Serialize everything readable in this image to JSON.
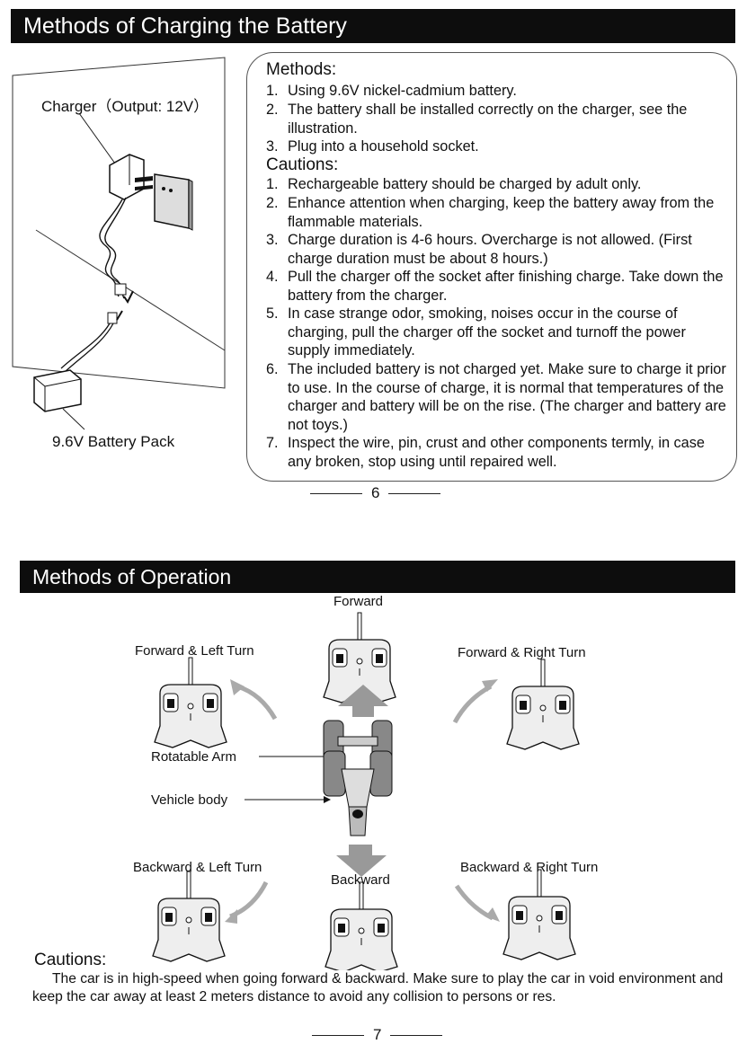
{
  "page6": {
    "header": "Methods of Charging the Battery",
    "illustration": {
      "charger_label": "Charger（Output: 12V）",
      "battery_label": "9.6V Battery Pack"
    },
    "methods_title": "Methods:",
    "methods": [
      {
        "num": "1.",
        "text": "Using 9.6V nickel-cadmium battery."
      },
      {
        "num": "2.",
        "text": "The battery shall be installed correctly on the charger, see the illustration."
      },
      {
        "num": "3.",
        "text": "Plug into a household socket."
      }
    ],
    "cautions_title": "Cautions:",
    "cautions": [
      {
        "num": "1.",
        "text": "Rechargeable battery should be charged by adult only."
      },
      {
        "num": "2.",
        "text": "Enhance attention when charging, keep the battery away from the flammable materials."
      },
      {
        "num": "3.",
        "text": "Charge duration is 4-6 hours. Overcharge is not allowed. (First charge duration must be about 8 hours.)"
      },
      {
        "num": "4.",
        "text": "Pull the charger off the socket after finishing charge. Take down the battery from the charger."
      },
      {
        "num": "5.",
        "text": "In case strange odor, smoking, noises occur in the course of charging, pull the charger off the socket and turnoff the power supply immediately."
      },
      {
        "num": "6.",
        "text": "The included battery is not charged yet. Make sure to charge it prior to use. In the course of charge, it is normal that temperatures of the charger and battery will be on the rise. (The charger and battery are not toys.)"
      },
      {
        "num": "7.",
        "text": "Inspect the wire, pin, crust and other components termly, in case any broken, stop using until repaired well."
      }
    ],
    "page_number": "6"
  },
  "page7": {
    "header": "Methods of Operation",
    "labels": {
      "forward": "Forward",
      "forward_left": "Forward & Left Turn",
      "forward_right": "Forward & Right Turn",
      "rotatable_arm": "Rotatable Arm",
      "vehicle_body": "Vehicle body",
      "backward_left": "Backward & Left Turn",
      "backward": "Backward",
      "backward_right": "Backward & Right Turn"
    },
    "cautions_title": "Cautions:",
    "cautions_text": "The car is in high-speed when going forward & backward. Make sure to play the car in void environment and keep the car away at least 2 meters distance to avoid any collision to persons or res.",
    "page_number": "7"
  }
}
